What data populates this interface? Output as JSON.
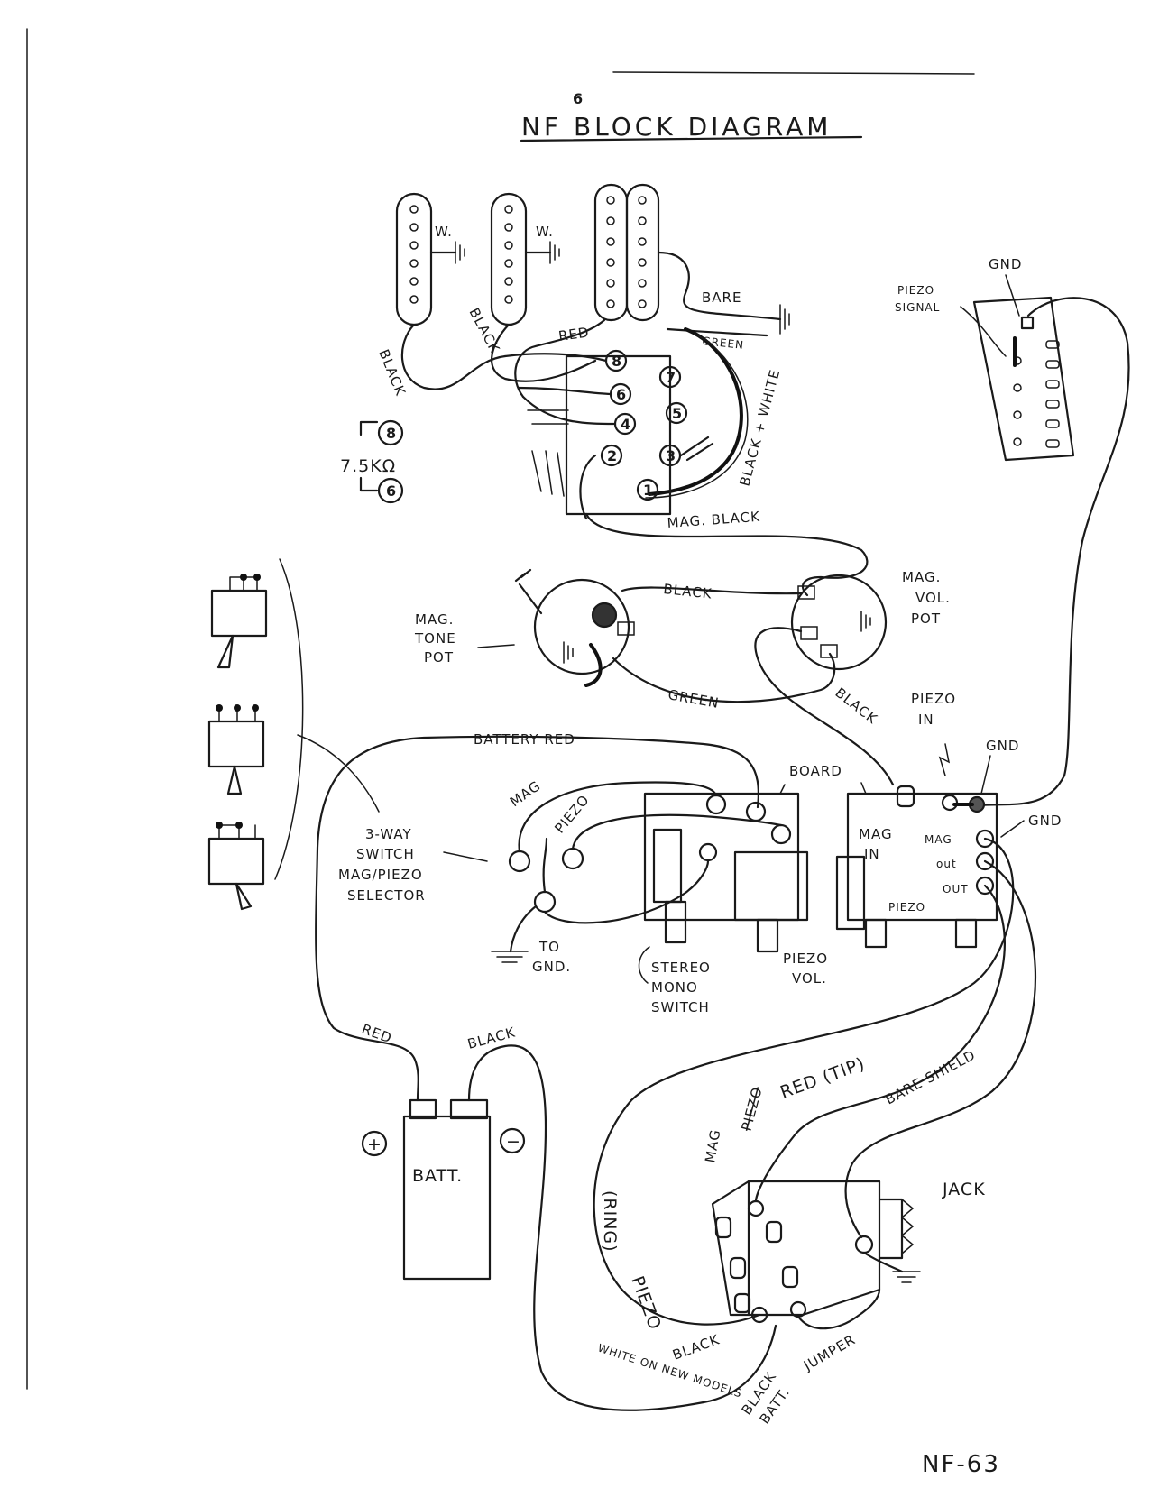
{
  "page": {
    "corner_num": "6",
    "title": "NF BLOCK DIAGRAM",
    "page_number": "NF-63"
  },
  "pickups": {
    "w1": "W.",
    "w2": "W.",
    "black1": "BLACK",
    "black2": "BLACK",
    "red": "RED",
    "bare": "BARE",
    "green": "GREEN",
    "black_white": "BLACK + WHITE"
  },
  "selector": {
    "terminals": [
      "1",
      "2",
      "3",
      "4",
      "5",
      "6",
      "7",
      "8"
    ],
    "resistor_label": "7.5KΩ",
    "res_top": "8",
    "res_bottom": "6"
  },
  "piezo": {
    "gnd": "GND",
    "signal_l1": "PIEZO",
    "signal_l2": "SIGNAL"
  },
  "pots": {
    "mag_black": "MAG. BLACK",
    "black": "BLACK",
    "green": "GREEN",
    "black2": "BLACK",
    "mag_tone_l1": "MAG.",
    "mag_tone_l2": "TONE",
    "mag_tone_l3": "POT",
    "mag_vol_l1": "MAG.",
    "mag_vol_l2": "VOL.",
    "mag_vol_l3": "POT"
  },
  "switch": {
    "battery_red": "BATTERY RED",
    "board": "BOARD",
    "mag": "MAG",
    "piezo": "PIEZO",
    "l1": "3-WAY",
    "l2": "SWITCH",
    "l3": "MAG/PIEZO",
    "l4": "SELECTOR",
    "to_gnd_l1": "TO",
    "to_gnd_l2": "GND.",
    "stereo_l1": "STEREO",
    "stereo_l2": "MONO",
    "stereo_l3": "SWITCH",
    "piezo_vol_l1": "PIEZO",
    "piezo_vol_l2": "VOL."
  },
  "board": {
    "piezo_in_l1": "PIEZO",
    "piezo_in_l2": "IN",
    "gnd_top": "GND",
    "gnd_right": "GND",
    "mag_in_l1": "MAG",
    "mag_in_l2": "IN",
    "mag": "MAG",
    "out_small": "out",
    "out": "OUT",
    "piezo": "PIEZO"
  },
  "battery": {
    "red": "RED",
    "black": "BLACK",
    "plus": "+",
    "minus": "−",
    "batt": "BATT."
  },
  "jack": {
    "label": "JACK",
    "bare_shield": "BARE SHIELD",
    "mag": "MAG",
    "piezo_struck": "PIEZO",
    "red_tip": "RED (TIP)",
    "ring": "(RING)",
    "piezo": "PIEZO",
    "black": "BLACK",
    "white_new": "WHITE ON NEW MODELS",
    "black_batt_l1": "BLACK",
    "black_batt_l2": "BATT.",
    "jumper": "JUMPER"
  }
}
